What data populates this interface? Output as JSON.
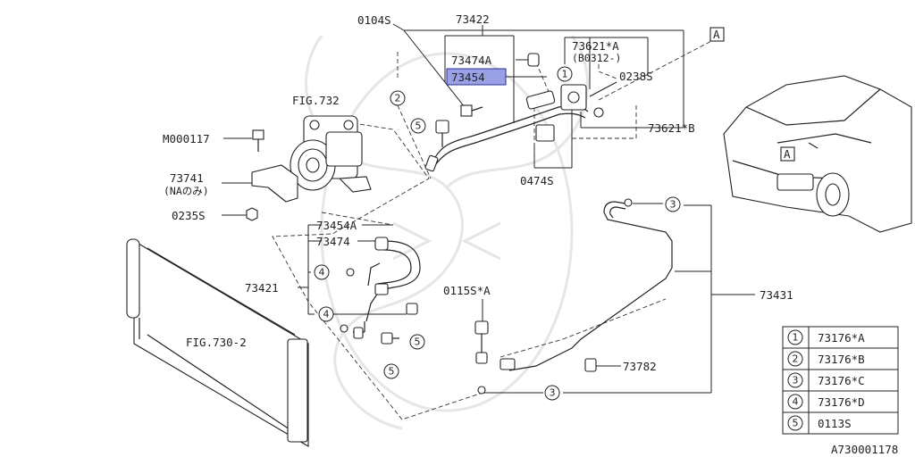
{
  "labels": {
    "p0104S": "0104S",
    "p73422": "73422",
    "p73474A": "73474A",
    "p73454": "73454",
    "p73621A": "73621*A",
    "pB0312": "(B0312-)",
    "p0238S": "0238S",
    "p73621B": "73621*B",
    "p0474S": "0474S",
    "fig732": "FIG.732",
    "m000117": "M000117",
    "p73741": "73741",
    "naonly": "(NAのみ)",
    "p0235S": "0235S",
    "p73454A": "73454A",
    "p73474": "73474",
    "p73421": "73421",
    "p0115SA": "0115S*A",
    "p73431": "73431",
    "fig7302": "FIG.730-2",
    "p73782": "73782",
    "viewA1": "A",
    "viewA2": "A",
    "code": "A730001178"
  },
  "callouts": {
    "c1": "1",
    "c2": "2",
    "c3": "3",
    "c4": "4",
    "c5": "5"
  },
  "legend": [
    {
      "num": "1",
      "part": "73176*A"
    },
    {
      "num": "2",
      "part": "73176*B"
    },
    {
      "num": "3",
      "part": "73176*C"
    },
    {
      "num": "4",
      "part": "73176*D"
    },
    {
      "num": "5",
      "part": "0113S"
    }
  ],
  "colors": {
    "highlight": "#9aa0e6"
  }
}
